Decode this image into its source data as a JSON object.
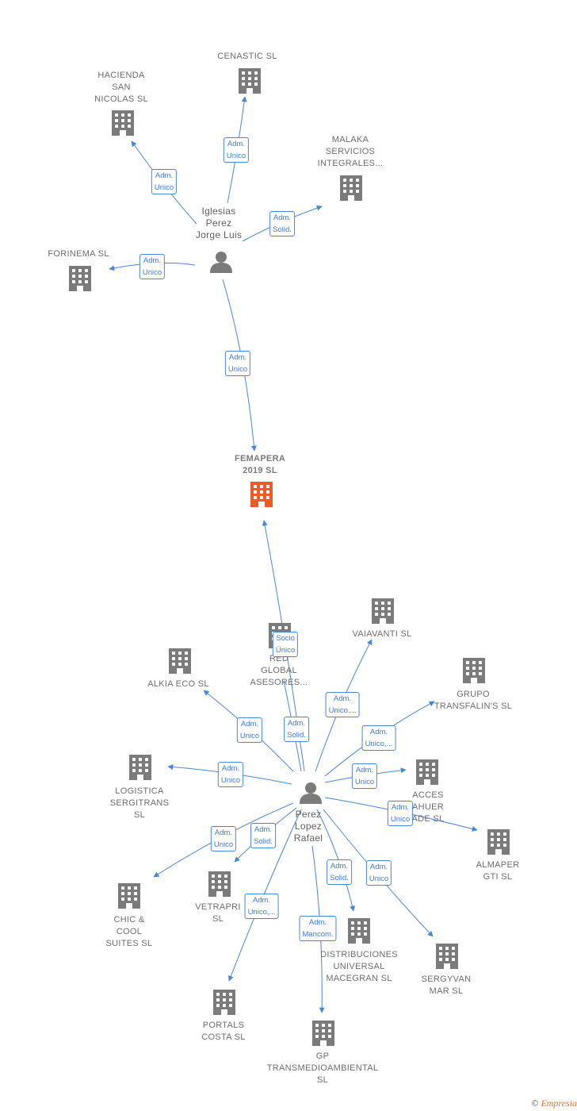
{
  "companies": {
    "cenastic": "CENASTIC SL",
    "hacienda": [
      "HACIENDA",
      "SAN",
      "NICOLAS  SL"
    ],
    "malaka": [
      "MALAKA",
      "SERVICIOS",
      "INTEGRALES..."
    ],
    "forinema": "FORINEMA SL",
    "femapera": [
      "FEMAPERA",
      "2019  SL"
    ],
    "red_global": [
      "RED",
      "GLOBAL",
      "ASESORES..."
    ],
    "vaiavanti": "VAIAVANTI  SL",
    "alkia": "ALKIA ECO  SL",
    "grupo": [
      "GRUPO",
      "TRANSFALIN'S SL"
    ],
    "logistica": [
      "LOGISTICA",
      "SERGITRANS",
      "SL"
    ],
    "acces": [
      "ACCES",
      "AHUER",
      "ADE SL"
    ],
    "almaper": [
      "ALMAPER",
      "GTI SL"
    ],
    "chic": [
      "CHIC &",
      "COOL",
      "SUITES  SL"
    ],
    "vetrapri": [
      "VETRAPRI",
      "SL"
    ],
    "distribuciones": [
      "DISTRIBUCIONES",
      "UNIVERSAL",
      "MACEGRAN SL"
    ],
    "sergyvan": [
      "SERGYVAN",
      "MAR  SL"
    ],
    "portals": [
      "PORTALS",
      "COSTA  SL"
    ],
    "gp": [
      "GP",
      "TRANSMEDIOAMBIENTAL",
      "SL"
    ]
  },
  "people": {
    "iglesias": [
      "Iglesias",
      "Perez",
      "Jorge Luis"
    ],
    "perez": [
      "Perez",
      "Lopez",
      "Rafael"
    ]
  },
  "relations": {
    "iglesias_cenastic": [
      "Adm.",
      "Unico"
    ],
    "iglesias_hacienda": [
      "Adm.",
      "Unico"
    ],
    "iglesias_malaka": [
      "Adm.",
      "Solid."
    ],
    "iglesias_forinema": [
      "Adm.",
      "Unico"
    ],
    "iglesias_femapera": [
      "Adm.",
      "Unico"
    ],
    "perez_femapera": [
      "Socio",
      "Único"
    ],
    "perez_red": [
      "Adm.",
      "Solid."
    ],
    "perez_vaiavanti": [
      "Adm.",
      "Unico,..."
    ],
    "perez_alkia": [
      "Adm.",
      "Unico"
    ],
    "perez_grupo": [
      "Adm.",
      "Unico,..."
    ],
    "perez_logistica": [
      "Adm.",
      "Unico"
    ],
    "perez_acces": [
      "Adm.",
      "Unico"
    ],
    "perez_almaper": [
      "Adm.",
      "Unico"
    ],
    "perez_chic": [
      "Adm.",
      "Unico"
    ],
    "perez_vetrapri": [
      "Adm.",
      "Solid."
    ],
    "perez_distribuciones": [
      "Adm.",
      "Solid."
    ],
    "perez_sergyvan": [
      "Adm.",
      "Unico"
    ],
    "perez_portals": [
      "Adm.",
      "Unico,..."
    ],
    "perez_gp": [
      "Adm.",
      "Mancom."
    ]
  },
  "colors": {
    "edge": "#4a86d8",
    "building": "#7b7b7b",
    "building_main": "#f05a28",
    "person": "#7b7b7b"
  },
  "footer": {
    "copyright": "©",
    "brand": "Empresia"
  }
}
